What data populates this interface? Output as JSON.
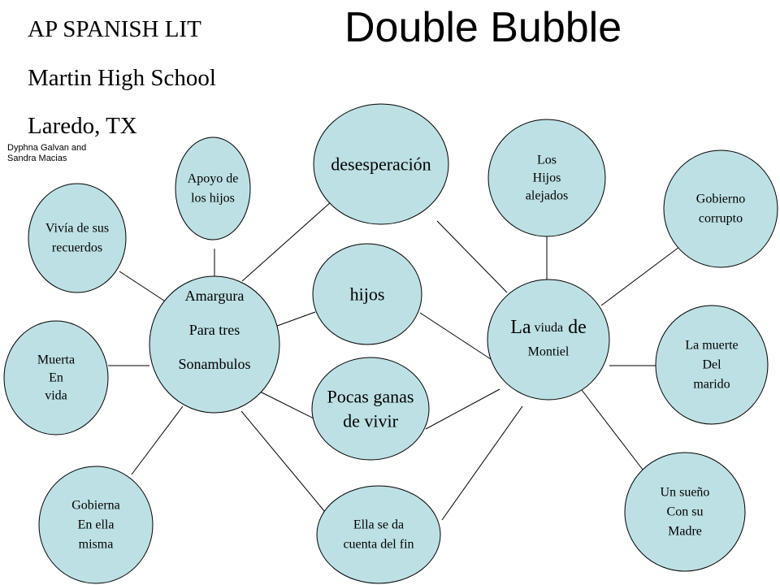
{
  "header": {
    "course": "AP SPANISH LIT",
    "school": "Martin High School",
    "city": "Laredo, TX",
    "credit_line1": "Dyphna Galvan and",
    "credit_line2": "Sandra Macias",
    "title": "Double Bubble"
  },
  "colors": {
    "bubble_fill": "#bde0e4",
    "bubble_stroke": "#000000",
    "line": "#000000"
  },
  "nodes": {
    "amargura": {
      "lines": [
        "Amargura",
        "Para tres",
        "Sonambulos"
      ]
    },
    "viuda": {
      "lines": [
        "La viuda de",
        "Montiel"
      ]
    },
    "desesperacion": {
      "lines": [
        "desesperación"
      ]
    },
    "hijos": {
      "lines": [
        "hijos"
      ]
    },
    "pocas": {
      "lines": [
        "Pocas ganas",
        "de vivir"
      ]
    },
    "ella": {
      "lines": [
        "Ella se da",
        "cuenta del  fin"
      ]
    },
    "apoyo": {
      "lines": [
        "Apoyo de",
        "los hijos"
      ]
    },
    "vivia": {
      "lines": [
        "Vivía de sus",
        "recuerdos"
      ]
    },
    "muerta": {
      "lines": [
        "Muerta",
        "En",
        "vida"
      ]
    },
    "gobierna": {
      "lines": [
        "Gobierna",
        "En ella",
        "misma"
      ]
    },
    "loshijos": {
      "lines": [
        "Los",
        "Hijos",
        "alejados"
      ]
    },
    "gobierno": {
      "lines": [
        "Gobierno",
        "corrupto"
      ]
    },
    "muerte": {
      "lines": [
        "La muerte",
        "Del",
        "marido"
      ]
    },
    "sueno": {
      "lines": [
        "Un sueño",
        "Con su",
        "Madre"
      ]
    }
  }
}
